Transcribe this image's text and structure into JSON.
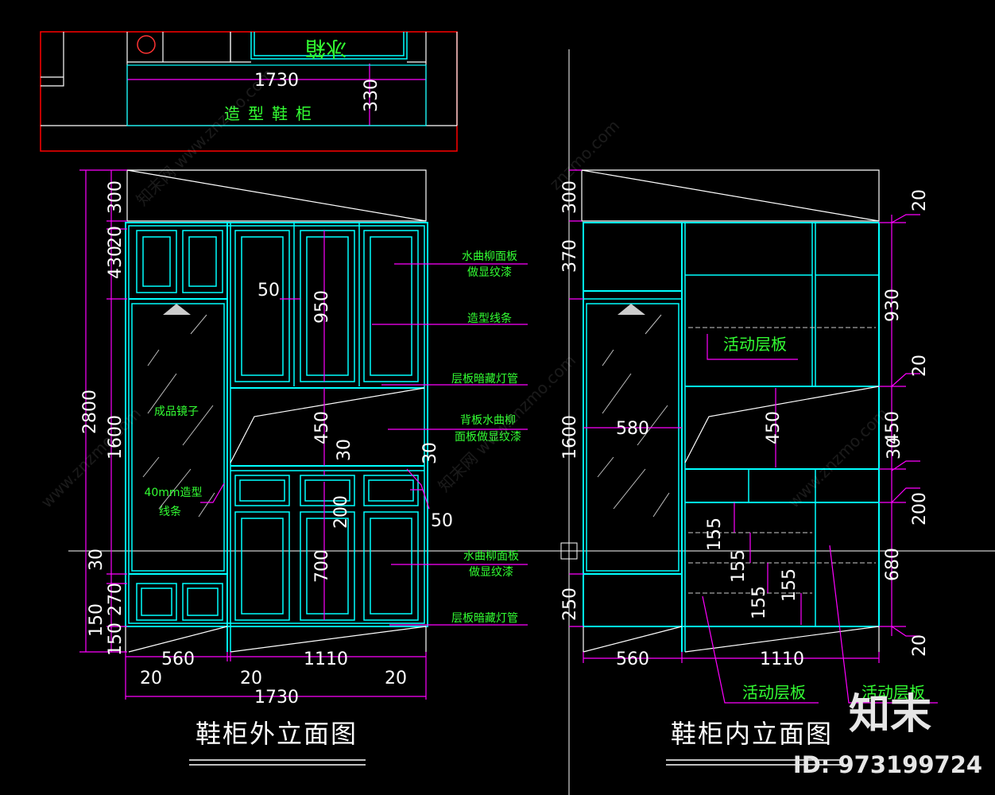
{
  "plan": {
    "fridge_label": "冰箱",
    "width_dim": "1730",
    "depth_dim": "330",
    "cabinet_label": "造型鞋柜"
  },
  "outer": {
    "title": "鞋柜外立面图",
    "left_dims": [
      "300",
      "20",
      "430",
      "2800",
      "1600",
      "30",
      "270",
      "150",
      "150"
    ],
    "inner_dims": [
      "50",
      "950",
      "450",
      "30",
      "30",
      "200",
      "50",
      "700"
    ],
    "bottom_dims": [
      "560",
      "1110",
      "20",
      "20",
      "20",
      "1730"
    ],
    "notes": [
      "水曲柳面板",
      "做显纹漆",
      "造型线条",
      "层板暗藏灯管",
      "背板水曲柳",
      "面板做显纹漆",
      "水曲柳面板",
      "做显纹漆",
      "层板暗藏灯管"
    ],
    "mirror_label": "成品镜子",
    "moulding_label_1": "40mm造型",
    "moulding_label_2": "线条"
  },
  "inner": {
    "title": "鞋柜内立面图",
    "left_dims": [
      "300",
      "370",
      "1600",
      "250"
    ],
    "right_dims": [
      "20",
      "930",
      "20",
      "450",
      "30",
      "200",
      "680",
      "20"
    ],
    "inner_dims": [
      "580",
      "450",
      "155",
      "155",
      "155",
      "155"
    ],
    "bottom_dims": [
      "560",
      "1110"
    ],
    "shelf_label": "活动层板"
  },
  "watermarks": [
    "知末网 www.znzmo.com",
    "www.znzmo.com",
    "znzmo.com"
  ],
  "brand": {
    "logo_text": "知末",
    "id_text": "ID: 973199724"
  },
  "colors": {
    "background": "#000000",
    "outline": "#00ffff",
    "dimension": "#ff00ff",
    "annotation": "#33ff33",
    "frame": "#ff0000"
  }
}
